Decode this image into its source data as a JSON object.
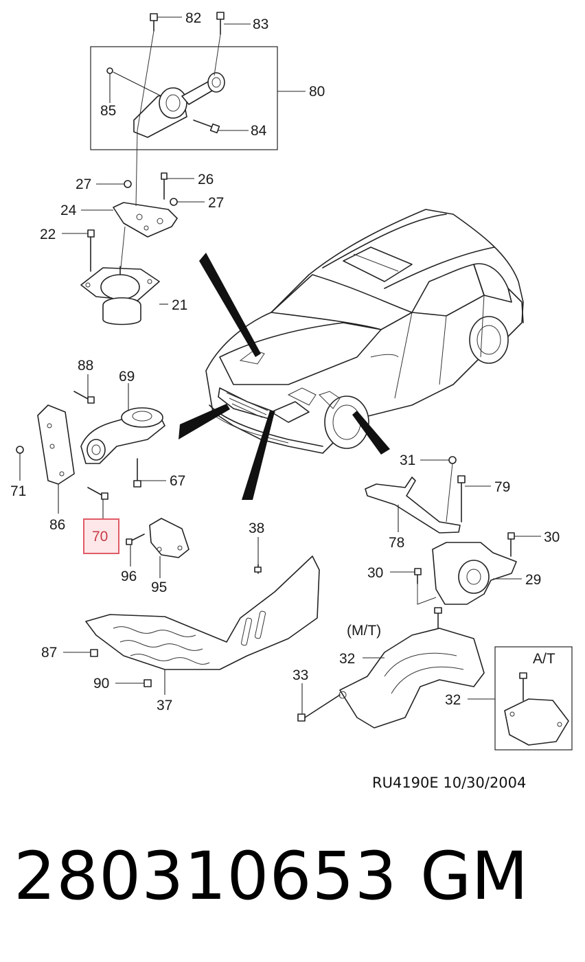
{
  "callouts": {
    "c82": "82",
    "c83": "83",
    "c80": "80",
    "c85": "85",
    "c84": "84",
    "c27a": "27",
    "c26": "26",
    "c24": "24",
    "c27b": "27",
    "c22": "22",
    "c21": "21",
    "c88": "88",
    "c69": "69",
    "c71": "71",
    "c67": "67",
    "c86": "86",
    "c70": "70",
    "c96": "96",
    "c95": "95",
    "c38": "38",
    "c31": "31",
    "c79": "79",
    "c78": "78",
    "c30a": "30",
    "c30b": "30",
    "c29": "29",
    "c87": "87",
    "c90": "90",
    "c37": "37",
    "mt": "(M/T)",
    "c32a": "32",
    "c33": "33",
    "at": "A/T",
    "c32b": "32"
  },
  "highlighted_callout": "70",
  "reference": "RU4190E  10/30/2004",
  "part_number": "280310653",
  "brand": "GM"
}
